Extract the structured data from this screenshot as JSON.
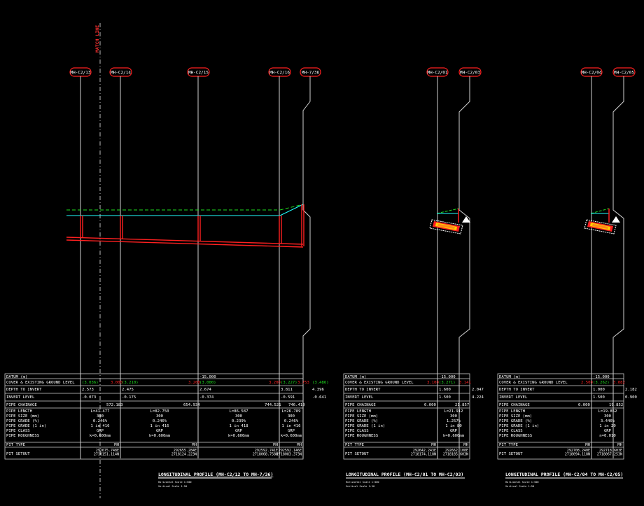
{
  "colors": {
    "background": "#000000",
    "white": "#ffffff",
    "red": "#ff2020",
    "green": "#20e020",
    "cyan": "#20ffff",
    "yellow": "#ffd000",
    "orange": "#ff8a1a"
  },
  "match_line_label": "MATCH LINE",
  "profiles": [
    {
      "id": "p1",
      "title": "LONGITUDINAL PROFILE (MH-C2/12 TO MH-7/36)",
      "subtitle_1": "Horizontal Scale 1:500",
      "subtitle_2": "Vertical Scale 1:50",
      "manholes": [
        "MH-C2/13",
        "MH-C2/14",
        "MH-C2/15",
        "MH-C2/16",
        "MH-7/36"
      ],
      "datum": "-15.000",
      "rows": {
        "cover": {
          "a": "(3.036)",
          "b": "3.000",
          "c": "(3.210)",
          "d": "3.200",
          "e": "(3.000)",
          "f": "3.200",
          "g": "(3.227)",
          "h": "3.753",
          "i": "(3.486)"
        },
        "depth": [
          "2.573",
          "2.475",
          "2.674",
          "3.811",
          "4.396"
        ],
        "invert": [
          "-0.073",
          "-0.175",
          "-0.374",
          "-0.591",
          "-0.641"
        ],
        "chainage": [
          "572.183",
          "654.934",
          "744.521",
          "746.410"
        ],
        "length": [
          "L=41.477",
          "L=82.750",
          "L=86.587",
          "L=26.789"
        ],
        "size": [
          "300",
          "300",
          "300",
          "300"
        ],
        "grade_pct": [
          "0.246%",
          "0.246%",
          "0.239%",
          "0.246%"
        ],
        "grade_ratio": [
          "1 in 416",
          "1 in 416",
          "1 in 418",
          "1 in 416"
        ],
        "class": [
          "GRP",
          "GRP",
          "GRP",
          "GRP"
        ],
        "roughness": [
          "k=0.600mm",
          "k=0.600mm",
          "k=0.600mm",
          "k=0.600mm"
        ],
        "pit_type": [
          "MH",
          "MH",
          "MH",
          "MH"
        ],
        "setout": [
          "292675.748E\n2718151.114N",
          "292655.284E\n2718124.223N",
          "292592.741E\n2718068.758N",
          "292592.146E\n2718083.373N"
        ]
      }
    },
    {
      "id": "p2",
      "title": "LONGITUDINAL PROFILE (MH-C2/01 TO MH-C2/03)",
      "subtitle_1": "Horizontal Scale 1:500",
      "subtitle_2": "Vertical Scale 1:50",
      "manholes": [
        "MH-C2/01",
        "MH-C2/03"
      ],
      "datum": "-15.000",
      "rows": {
        "cover": {
          "a": "3.100",
          "b": "(3.271)",
          "c": "3.141"
        },
        "depth": [
          "1.600",
          "2.047"
        ],
        "invert": [
          "1.500",
          "4.224"
        ],
        "chainage": [
          "0.000",
          "21.857"
        ],
        "length": [
          "L=21.912"
        ],
        "size": [
          "300"
        ],
        "grade_pct": [
          "1.257%"
        ],
        "grade_ratio": [
          "1 in 80"
        ],
        "class": [
          "GRP"
        ],
        "roughness": [
          "k=0.600mm"
        ],
        "pit_type": [
          "MH",
          "MH"
        ],
        "setout": [
          "292642.243E\n2718174.118N",
          "292662.108E\n2718185.603N"
        ]
      }
    },
    {
      "id": "p3",
      "title": "LONGITUDINAL PROFILE (MH-C2/04 TO MH-C2/05)",
      "subtitle_1": "Horizontal Scale 1:500",
      "subtitle_2": "Vertical Scale 1:50",
      "manholes": [
        "MH-C2/04",
        "MH-C2/05"
      ],
      "datum": "-15.000",
      "rows": {
        "cover": {
          "a": "2.500",
          "b": "(3.262)",
          "c": "3.082"
        },
        "depth": [
          "1.000",
          "2.182"
        ],
        "invert": [
          "1.500",
          "0.900"
        ],
        "chainage": [
          "0.000",
          "19.852"
        ],
        "length": [
          "L=19.852"
        ],
        "size": [
          "300"
        ],
        "grade_pct": [
          "3.446%"
        ],
        "grade_ratio": [
          "1 in 29"
        ],
        "class": [
          "GRP"
        ],
        "roughness": [
          "n=0.010"
        ],
        "pit_type": [
          "MH",
          "MH"
        ],
        "setout": [
          "292708.240E\n2718094.118N",
          "292718.603E\n2718067.253N"
        ]
      }
    }
  ],
  "row_labels": {
    "datum": "DATUM (m)",
    "cover": "COVER & EXISTING GROUND LEVEL",
    "depth": "DEPTH TO INVERT",
    "invert": "INVERT LEVEL",
    "chainage": "PIPE CHAINAGE",
    "length": "PIPE LENGTH",
    "size": "PIPE SIZE (mm)",
    "grade_pct": "PIPE GRADE (%)",
    "grade_ratio": "PIPE GRADE (1 in)",
    "class": "PIPE CLASS",
    "roughness": "PIPE ROUGHNESS",
    "pit_type": "PIT TYPE",
    "setout": "PIT SETOUT"
  }
}
